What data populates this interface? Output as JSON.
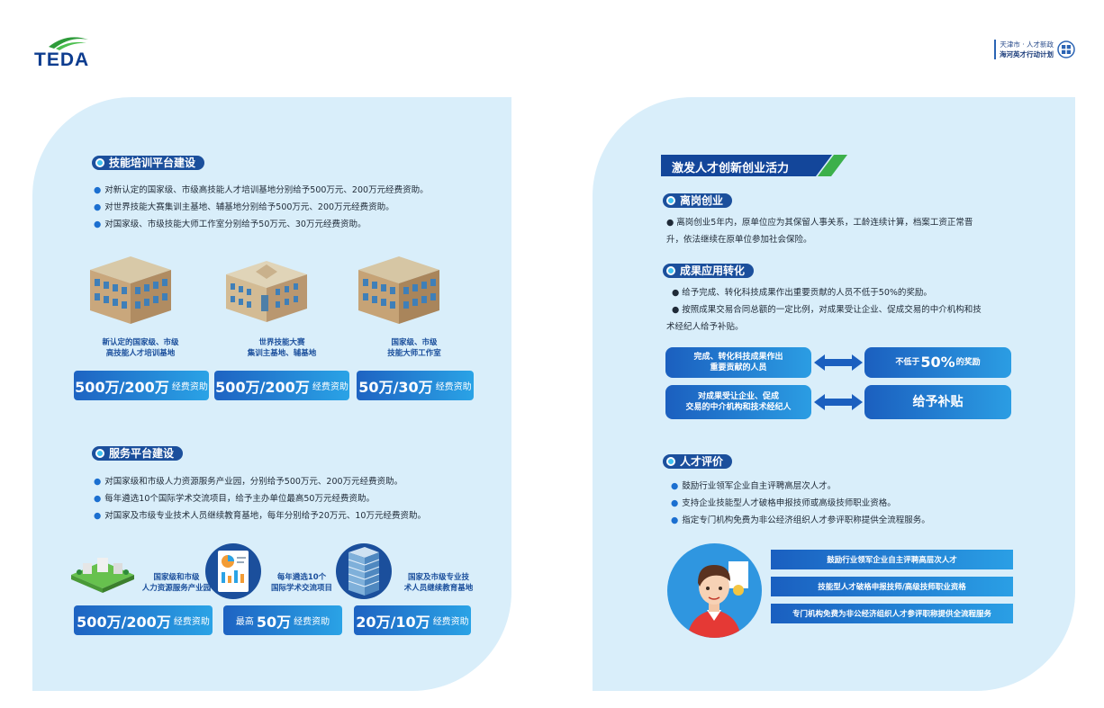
{
  "header": {
    "logo_text": "TEDA",
    "brand_line1": "天津市 · 人才新政",
    "brand_line2": "海河英才行动计划"
  },
  "left": {
    "section1": {
      "title": "技能培训平台建设",
      "bullets": [
        "对新认定的国家级、市级高技能人才培训基地分别给予500万元、200万元经费资助。",
        "对世界技能大赛集训主基地、辅基地分别给予500万元、200万元经费资助。",
        "对国家级、市级技能大师工作室分别给予50万元、30万元经费资助。"
      ],
      "cards": [
        {
          "label1": "新认定的国家级、市级",
          "label2": "高技能人才培训基地",
          "amount": "500万/200万",
          "suffix": "经费资助"
        },
        {
          "label1": "世界技能大赛",
          "label2": "集训主基地、辅基地",
          "amount": "500万/200万",
          "suffix": "经费资助"
        },
        {
          "label1": "国家级、市级",
          "label2": "技能大师工作室",
          "amount": "50万/30万",
          "suffix": "经费资助"
        }
      ]
    },
    "section2": {
      "title": "服务平台建设",
      "bullets": [
        "对国家级和市级人力资源服务产业园，分别给予500万元、200万元经费资助。",
        "每年遴选10个国际学术交流项目，给予主办单位最高50万元经费资助。",
        "对国家及市级专业技术人员继续教育基地，每年分别给予20万元、10万元经费资助。"
      ],
      "cards": [
        {
          "label1": "国家级和市级",
          "label2": "人力资源服务产业园",
          "prefix": "",
          "amount": "500万/200万",
          "suffix": "经费资助"
        },
        {
          "label1": "每年遴选10个",
          "label2": "国际学术交流项目",
          "prefix": "最高",
          "amount": "50万",
          "suffix": "经费资助"
        },
        {
          "label1": "国家及市级专业技",
          "label2": "术人员继续教育基地",
          "prefix": "",
          "amount": "20万/10万",
          "suffix": "经费资助"
        }
      ]
    }
  },
  "right": {
    "banner_title": "激发人才创新创业活力",
    "leave": {
      "title": "离岗创业",
      "text1": "● 离岗创业5年内，原单位应为其保留人事关系，工龄连续计算，档案工资正常晋",
      "text2": "升，依法继续在原单位参加社会保险。"
    },
    "transfer": {
      "title": "成果应用转化",
      "text1": "● 给予完成、转化科技成果作出重要贡献的人员不低于50%的奖励。",
      "text2": "● 按照成果交易合同总额的一定比例，对成果受让企业、促成交易的中介机构和技",
      "text3": "术经纪人给予补贴。",
      "flow": [
        {
          "left1": "完成、转化科技成果作出",
          "left2": "重要贡献的人员",
          "right_pre": "不低于",
          "right_big": "50%",
          "right_post": "的奖励"
        },
        {
          "left1": "对成果受让企业、促成",
          "left2": "交易的中介机构和技术经纪人",
          "right_big": "给予补贴"
        }
      ]
    },
    "evaluation": {
      "title": "人才评价",
      "bullets": [
        "鼓励行业领军企业自主评聘高层次人才。",
        "支持企业技能型人才破格申报技师或高级技师职业资格。",
        "指定专门机构免费为非公经济组织人才参评职称提供全流程服务。"
      ],
      "bars": [
        "鼓励行业领军企业自主评聘高层次人才",
        "技能型人才破格申报技师/高级技师职业资格",
        "专门机构免费为非公经济组织人才参评职称提供全流程服务"
      ]
    }
  },
  "colors": {
    "navy": "#1b4f9c",
    "accent": "#2aa3e6",
    "panel": "#d9eefa",
    "green": "#3cb04a"
  }
}
